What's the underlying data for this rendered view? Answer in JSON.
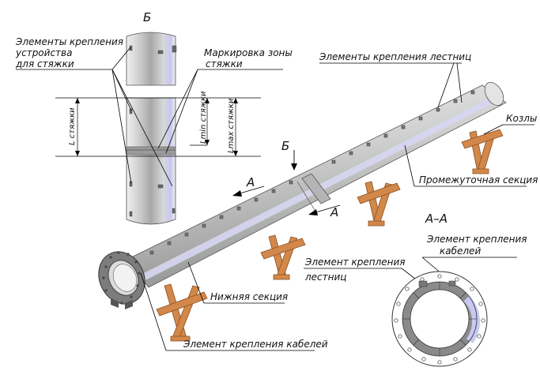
{
  "labels": {
    "view_b_title": "Б",
    "tie_fasteners_l1": "Элементы крепления",
    "tie_fasteners_l2": "устройства",
    "tie_fasteners_l3": "для стяжки",
    "tie_zone_l1": "Маркировка зоны",
    "tie_zone_l2": "стяжки",
    "l_tie": "L стяжки",
    "lmin_tie": "Lmin стяжки",
    "lmax_tie": "Lmax стяжки",
    "ladder_fasteners": "Элементы крепления лестниц",
    "trestles": "Козлы",
    "view_b_arrow": "Б",
    "intermediate_section": "Промежуточная секция",
    "section_a_left": "А",
    "section_a_right": "А",
    "lower_section": "Нижняя секция",
    "cable_fastener": "Элемент крепления кабелей",
    "section_aa_title": "А–А",
    "cable_fastener_aa_l1": "Элемент крепления",
    "cable_fastener_aa_l2": "кабелей",
    "ladder_fastener_aa_l1": "Элемент крепления",
    "ladder_fastener_aa_l2": "лестниц"
  },
  "colors": {
    "pipe_light": "#e6e6e6",
    "pipe_mid": "#c4c4c4",
    "pipe_dark": "#8a8a8a",
    "trestle": "#d2884a",
    "trestle_dark": "#9c5a2a",
    "accent_blue": "#c8c8f0"
  }
}
